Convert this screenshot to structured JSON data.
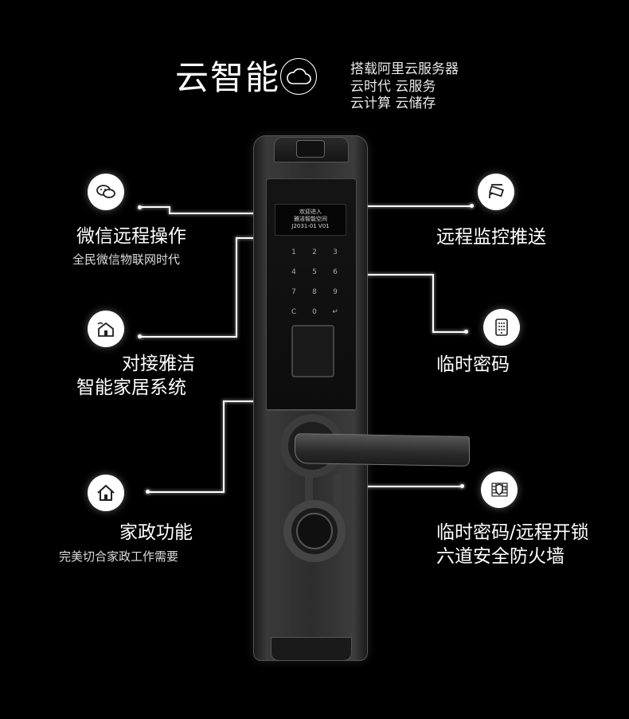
{
  "header": {
    "title": "云智能",
    "lines": [
      "搭载阿里云服务器",
      "云时代  云服务",
      "云计算  云储存"
    ]
  },
  "features": {
    "wechat": {
      "title": "微信远程操作",
      "subtitle": "全民微信物联网时代",
      "icon": "wechat-icon"
    },
    "smart_home": {
      "title_line1": "对接雅洁",
      "title_line2": "智能家居系统",
      "icon": "smart-home-icon"
    },
    "housekeeping": {
      "title": "家政功能",
      "subtitle": "完美切合家政工作需要",
      "icon": "house-icon"
    },
    "monitor": {
      "title": "远程监控推送",
      "icon": "camera-icon"
    },
    "temp_password": {
      "title": "临时密码",
      "icon": "keypad-icon"
    },
    "firewall": {
      "title_line1": "临时密码/远程开锁",
      "title_line2": "六道安全防火墙",
      "icon": "firewall-shield-icon"
    }
  },
  "lock": {
    "screen_lines": [
      "欢迎进入",
      "雅洁智能空间",
      "J2031-01 V01"
    ],
    "keys": [
      [
        "1",
        "2",
        "3"
      ],
      [
        "4",
        "5",
        "6"
      ],
      [
        "7",
        "8",
        "9"
      ],
      [
        "C",
        "0",
        "↵"
      ]
    ]
  },
  "colors": {
    "background": "#000000",
    "text": "#ffffff",
    "line": "#ffffff"
  }
}
